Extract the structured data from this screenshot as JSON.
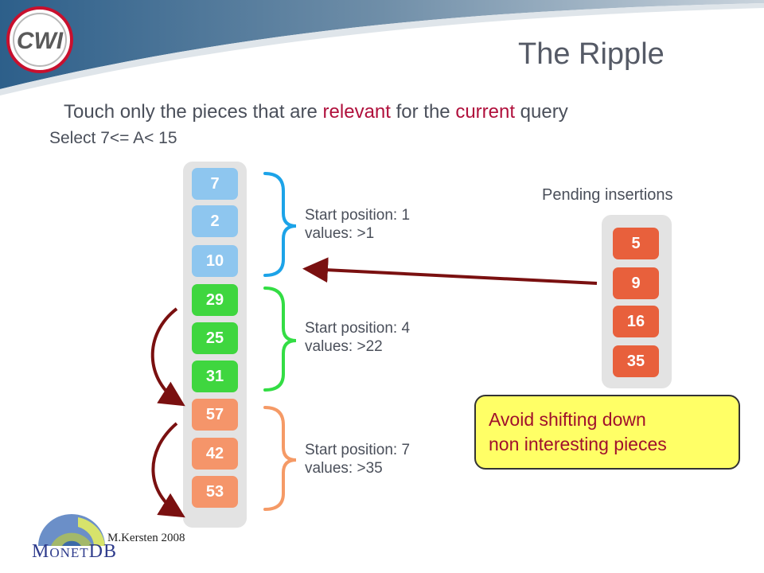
{
  "title": "The Ripple",
  "subtitle": {
    "pre": "Touch only the pieces that are ",
    "relevant": "relevant",
    "mid": " for the ",
    "current": "current",
    "post": " query"
  },
  "query": "Select 7<= A< 15",
  "logo_text": "CWI",
  "column_values": [
    "7",
    "2",
    "10",
    "29",
    "25",
    "31",
    "57",
    "42",
    "53"
  ],
  "groups": [
    {
      "line1": "Start position: 1",
      "line2": "values: >1"
    },
    {
      "line1": "Start position: 4",
      "line2": "values: >22"
    },
    {
      "line1": "Start position: 7",
      "line2": "values: >35"
    }
  ],
  "pending": {
    "title": "Pending insertions",
    "values": [
      "5",
      "9",
      "16",
      "35"
    ]
  },
  "callout": {
    "line1": "Avoid shifting down",
    "line2": "non interesting pieces"
  },
  "footer": {
    "author": "M.Kersten 2008",
    "monet_big_m": "M",
    "monet_onet": "ONET",
    "monet_db": "DB"
  },
  "colors": {
    "blue_cell": "#8ec6ef",
    "green_cell": "#3fd63f",
    "orange_cell": "#f5956a",
    "pending_cell": "#e8603c",
    "blue_brace": "#1ca3e8",
    "green_brace": "#33dd44",
    "orange_brace": "#f59a66",
    "arrow": "#7a1010",
    "highlight": "#b0103c"
  }
}
